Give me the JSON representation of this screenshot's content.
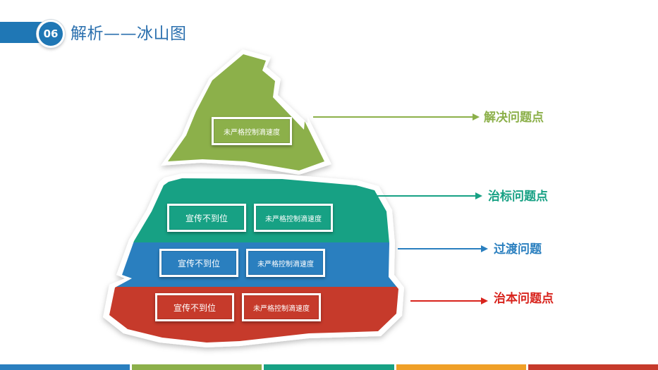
{
  "header": {
    "number": "06",
    "title": "解析——冰山图"
  },
  "diagram": {
    "layers": [
      {
        "id": "top",
        "color": "#8cb04a",
        "boxes": [
          "未严格控制滴速度"
        ],
        "label": "解决问题点",
        "label_color": "#8cb04a"
      },
      {
        "id": "teal",
        "color": "#17a184",
        "boxes": [
          "宣传不到位",
          "未严格控制滴速度"
        ],
        "label": "治标问题点",
        "label_color": "#17a184"
      },
      {
        "id": "blue",
        "color": "#2a7fbf",
        "boxes": [
          "宣传不到位",
          "未严格控制滴速度"
        ],
        "label": "过渡问题",
        "label_color": "#2a7fbf"
      },
      {
        "id": "red",
        "color": "#c63a2b",
        "boxes": [
          "宣传不到位",
          "未严格控制滴速度"
        ],
        "label": "治本问题点",
        "label_color": "#d8231c"
      }
    ]
  },
  "footer": {
    "colors": [
      "#2a7fbf",
      "#8cb04a",
      "#17a184",
      "#f0a027",
      "#c63a2b"
    ]
  }
}
